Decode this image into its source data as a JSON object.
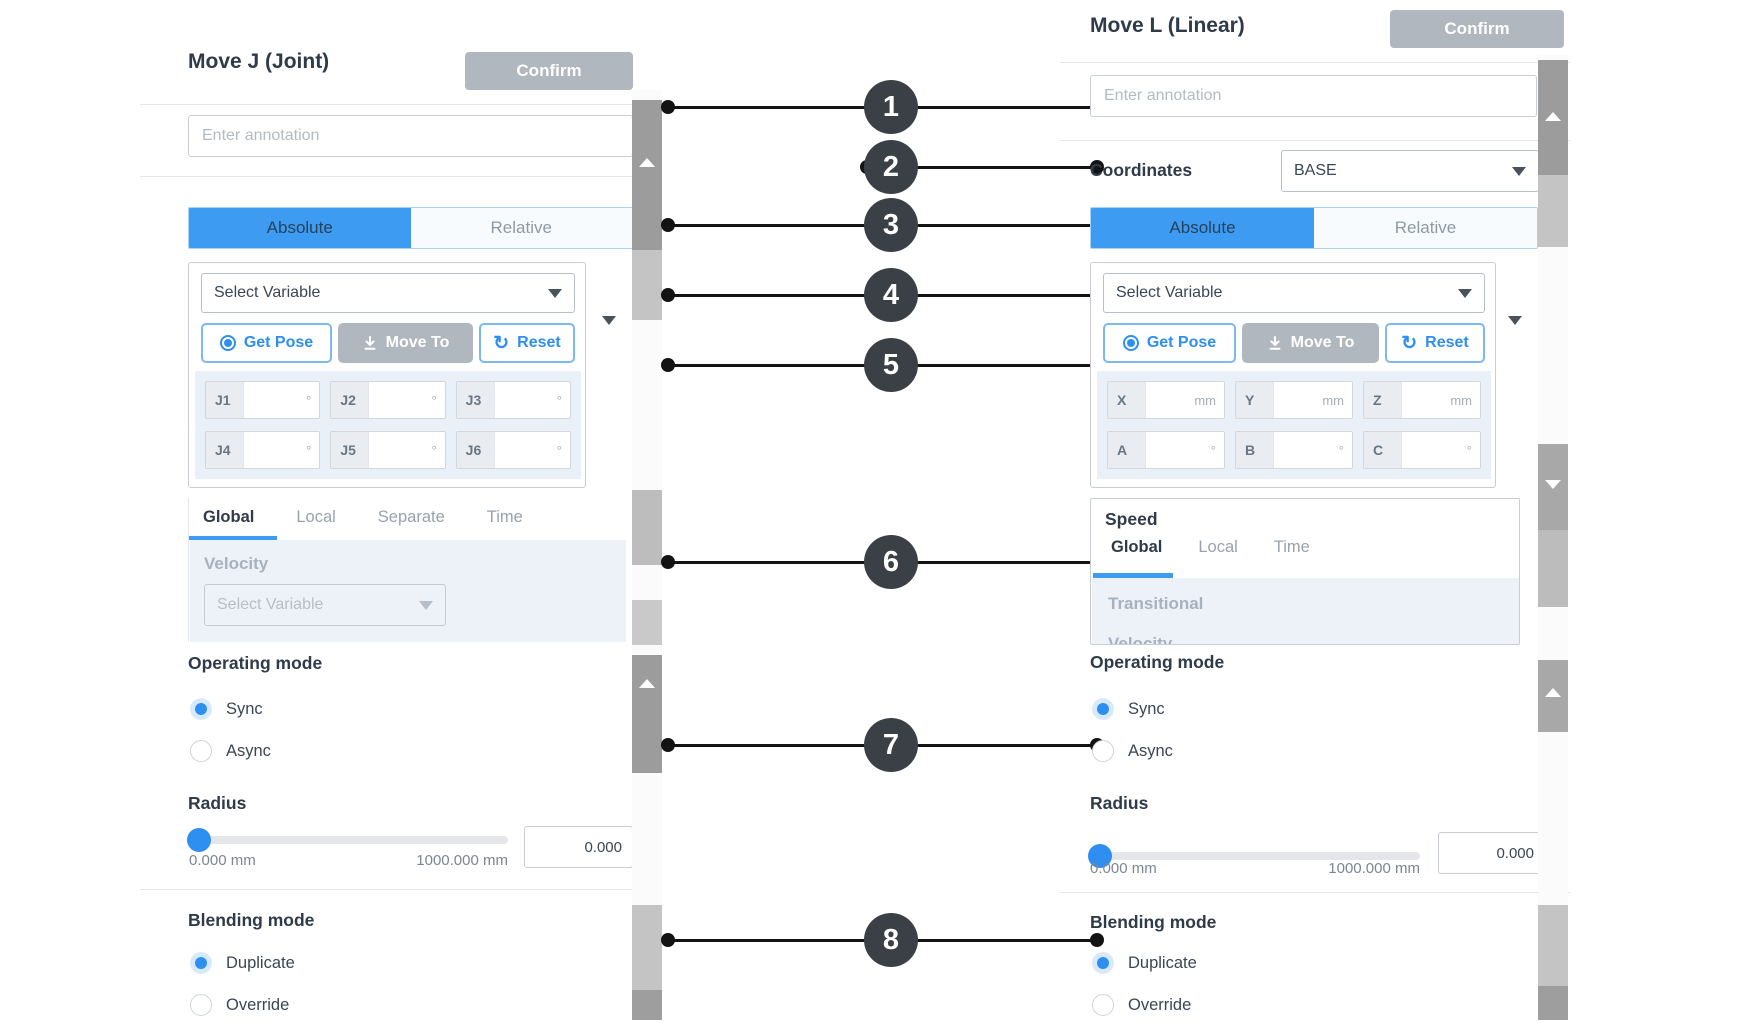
{
  "colors": {
    "accent_blue": "#3D9BF1",
    "radio_blue": "#2E8FF0",
    "button_gray": "#B1B7BE",
    "callout_dark": "#3A4045",
    "heading_text": "#2F3B49",
    "muted_text": "#98A2AD",
    "section_bg": "#EDF2F8"
  },
  "callouts": [
    "1",
    "2",
    "3",
    "4",
    "5",
    "6",
    "7",
    "8"
  ],
  "left": {
    "title": "Move J (Joint)",
    "confirm": "Confirm",
    "annotation_placeholder": "Enter annotation",
    "tabs": {
      "absolute": "Absolute",
      "relative": "Relative",
      "active": "Absolute"
    },
    "variable": {
      "placeholder": "Select Variable",
      "get_pose": "Get Pose",
      "move_to": "Move To",
      "reset": "Reset"
    },
    "joints": [
      {
        "label": "J1",
        "unit": "°"
      },
      {
        "label": "J2",
        "unit": "°"
      },
      {
        "label": "J3",
        "unit": "°"
      },
      {
        "label": "J4",
        "unit": "°"
      },
      {
        "label": "J5",
        "unit": "°"
      },
      {
        "label": "J6",
        "unit": "°"
      }
    ],
    "speed_tabs": [
      "Global",
      "Local",
      "Separate",
      "Time"
    ],
    "speed_active_tab": "Global",
    "velocity_label": "Velocity",
    "velocity_placeholder": "Select Variable",
    "operating": {
      "heading": "Operating mode",
      "options": [
        {
          "label": "Sync",
          "selected": true
        },
        {
          "label": "Async",
          "selected": false
        }
      ]
    },
    "radius": {
      "heading": "Radius",
      "min": "0.000 mm",
      "max": "1000.000 mm",
      "value": "0.000"
    },
    "blending": {
      "heading": "Blending mode",
      "options": [
        {
          "label": "Duplicate",
          "selected": true
        },
        {
          "label": "Override",
          "selected": false
        }
      ]
    }
  },
  "right": {
    "title": "Move L (Linear)",
    "confirm": "Confirm",
    "annotation_placeholder": "Enter annotation",
    "coordinates": {
      "label": "Coordinates",
      "value": "BASE"
    },
    "tabs": {
      "absolute": "Absolute",
      "relative": "Relative",
      "active": "Absolute"
    },
    "variable": {
      "placeholder": "Select Variable",
      "get_pose": "Get Pose",
      "move_to": "Move To",
      "reset": "Reset"
    },
    "pose_fields": [
      {
        "label": "X",
        "unit": "mm"
      },
      {
        "label": "Y",
        "unit": "mm"
      },
      {
        "label": "Z",
        "unit": "mm"
      },
      {
        "label": "A",
        "unit": "°"
      },
      {
        "label": "B",
        "unit": "°"
      },
      {
        "label": "C",
        "unit": "°"
      }
    ],
    "speed": {
      "heading": "Speed",
      "tabs": [
        "Global",
        "Local",
        "Time"
      ],
      "active_tab": "Global",
      "transitional_label": "Transitional",
      "clipped_label": "Velocity"
    },
    "operating": {
      "heading": "Operating mode",
      "options": [
        {
          "label": "Sync",
          "selected": true
        },
        {
          "label": "Async",
          "selected": false
        }
      ]
    },
    "radius": {
      "heading": "Radius",
      "min": "0.000 mm",
      "max": "1000.000 mm",
      "value": "0.000"
    },
    "blending": {
      "heading": "Blending mode",
      "options": [
        {
          "label": "Duplicate",
          "selected": true
        },
        {
          "label": "Override",
          "selected": false
        }
      ]
    }
  }
}
